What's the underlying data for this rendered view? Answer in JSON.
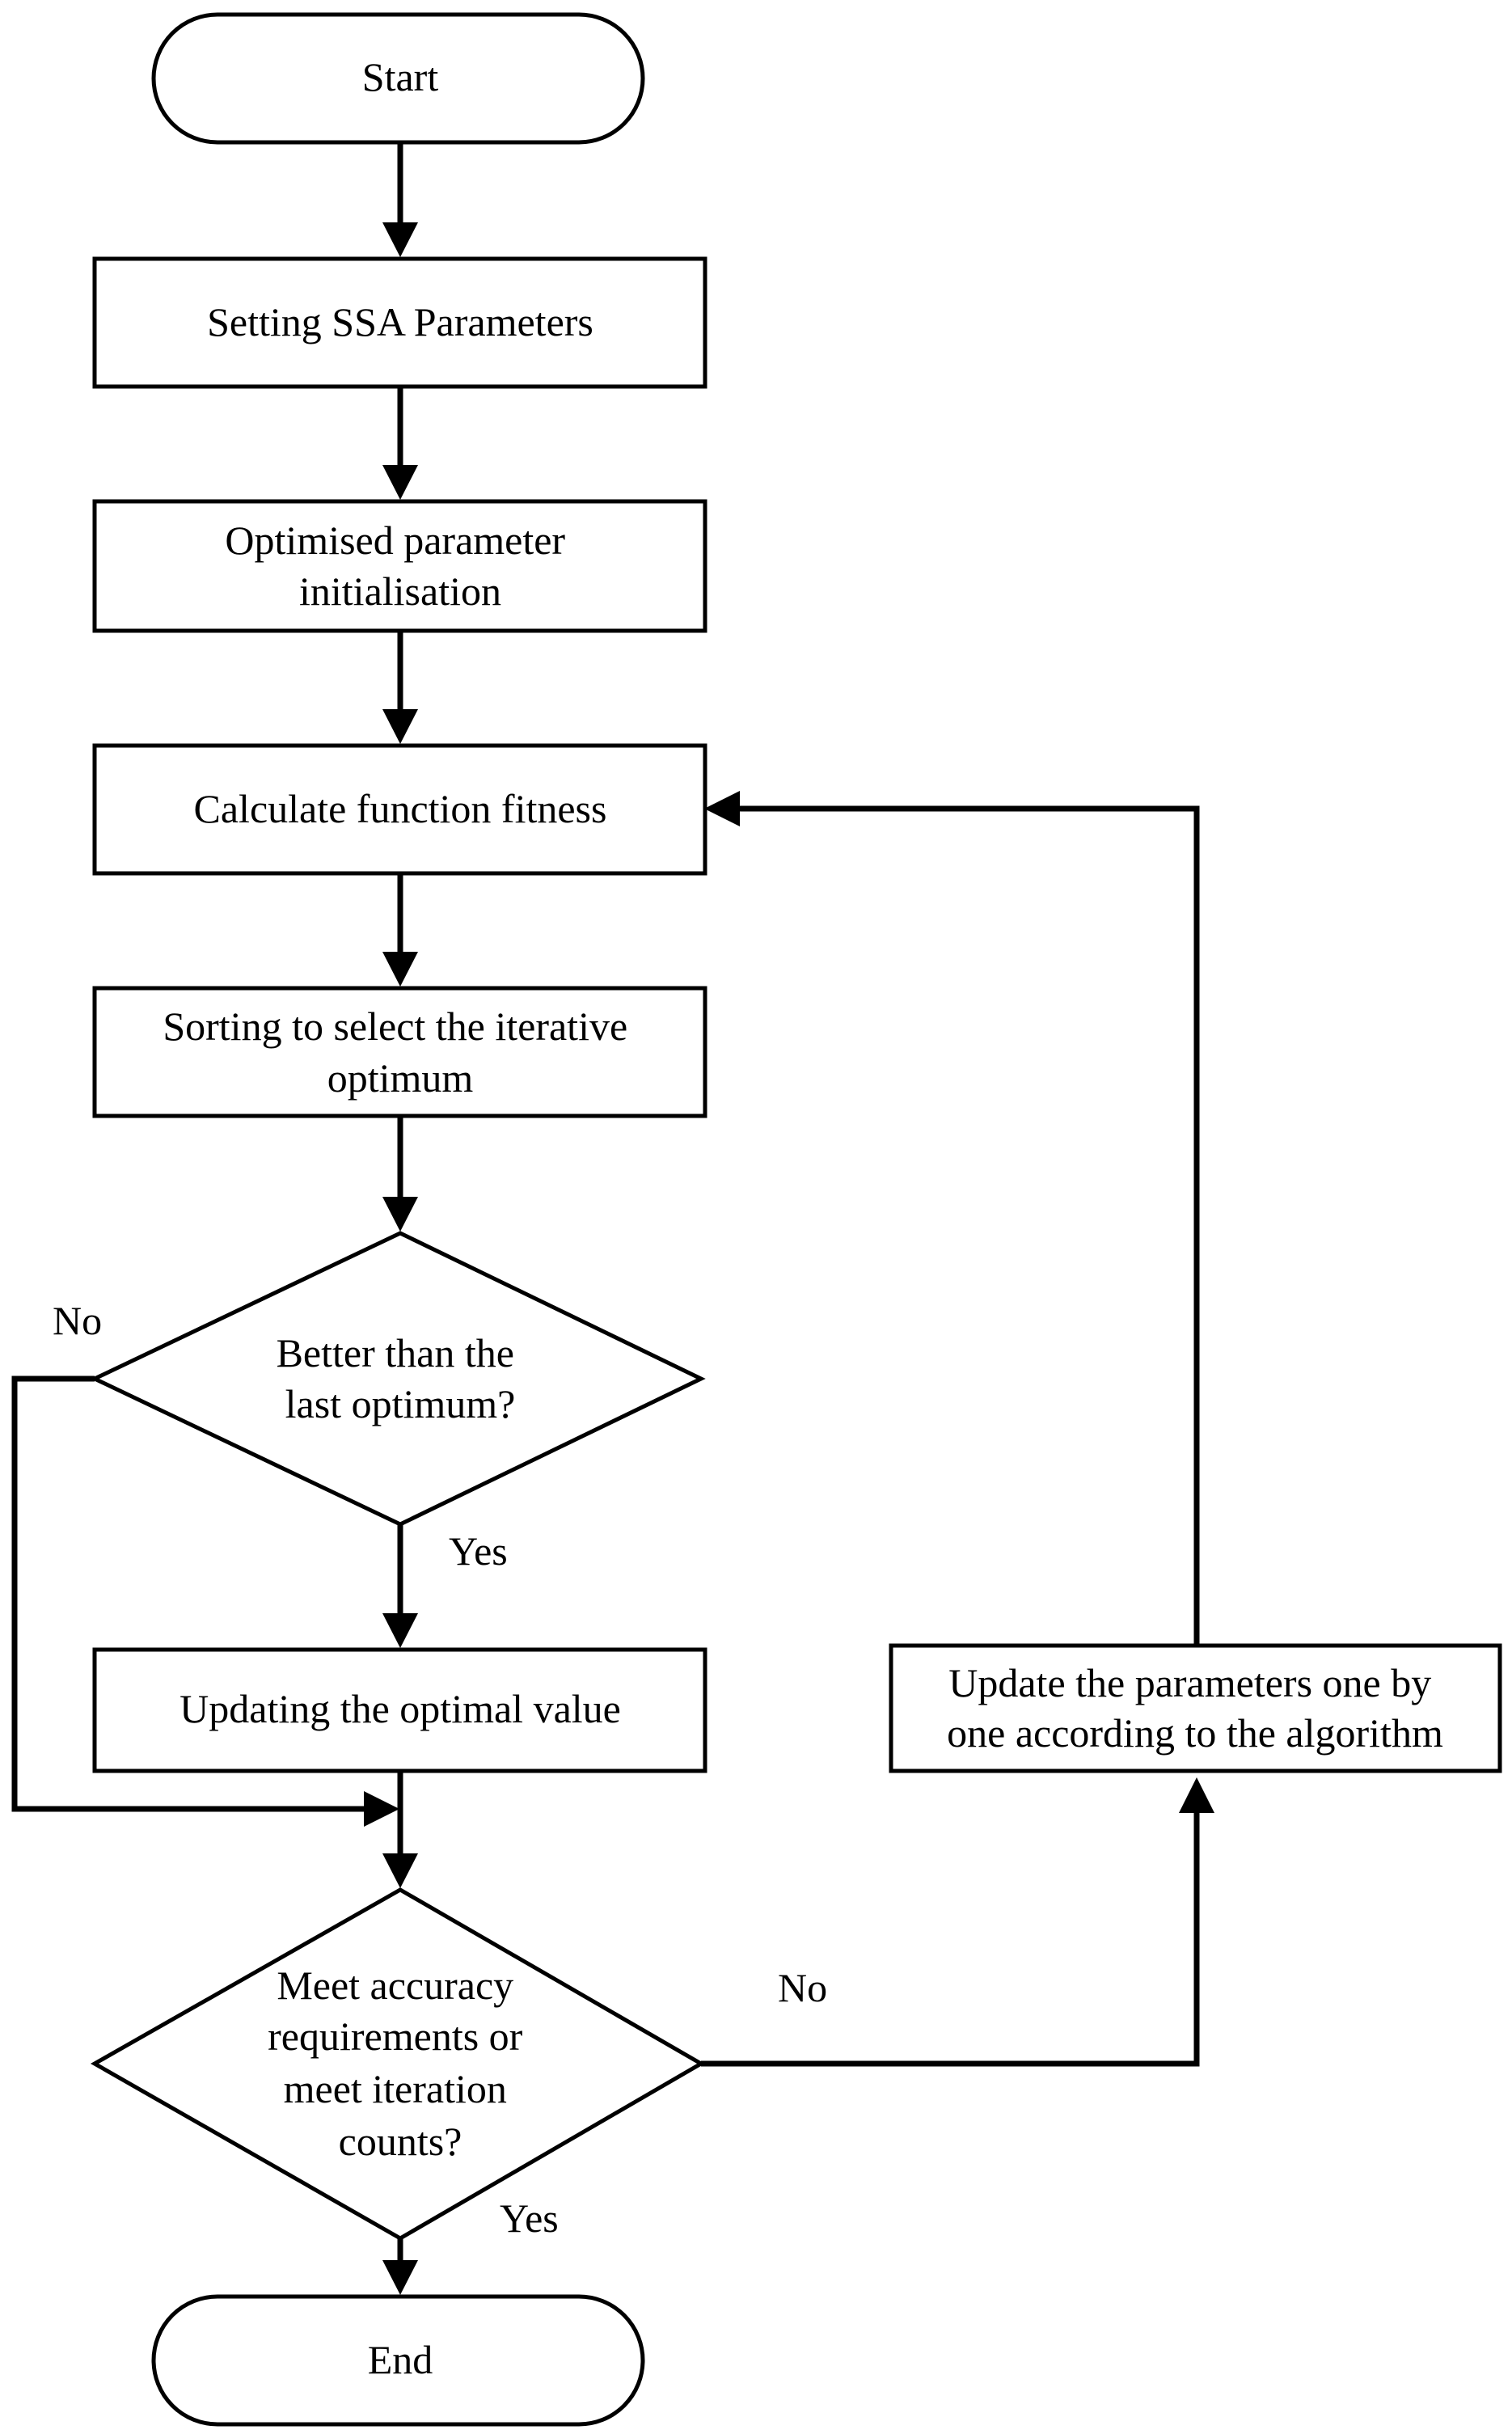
{
  "diagram": {
    "type": "flowchart",
    "nodes": {
      "start": {
        "shape": "terminal",
        "lines": [
          "Start"
        ]
      },
      "setting_ssa": {
        "shape": "process",
        "lines": [
          "Setting SSA Parameters"
        ]
      },
      "init_params": {
        "shape": "process",
        "lines": [
          "Optimised parameter",
          "initialisation"
        ]
      },
      "calc_fitness": {
        "shape": "process",
        "lines": [
          "Calculate function fitness"
        ]
      },
      "sorting": {
        "shape": "process",
        "lines": [
          "Sorting to select the iterative",
          "optimum"
        ]
      },
      "better_than_last": {
        "shape": "decision",
        "lines": [
          "Better than the",
          "last optimum?"
        ]
      },
      "update_optimal": {
        "shape": "process",
        "lines": [
          "Updating the optimal value"
        ]
      },
      "meet_accuracy": {
        "shape": "decision",
        "lines": [
          "Meet accuracy",
          "requirements or",
          "meet iteration",
          "counts?"
        ]
      },
      "update_params": {
        "shape": "process",
        "lines": [
          "Update the parameters one by",
          "one according to the algorithm"
        ]
      },
      "end": {
        "shape": "terminal",
        "lines": [
          "End"
        ]
      }
    },
    "edges": [
      {
        "from": "start",
        "to": "setting_ssa",
        "label": ""
      },
      {
        "from": "setting_ssa",
        "to": "init_params",
        "label": ""
      },
      {
        "from": "init_params",
        "to": "calc_fitness",
        "label": ""
      },
      {
        "from": "calc_fitness",
        "to": "sorting",
        "label": ""
      },
      {
        "from": "sorting",
        "to": "better_than_last",
        "label": ""
      },
      {
        "from": "better_than_last",
        "to": "update_optimal",
        "label": "Yes"
      },
      {
        "from": "better_than_last",
        "to": "meet_accuracy",
        "label": "No"
      },
      {
        "from": "update_optimal",
        "to": "meet_accuracy",
        "label": ""
      },
      {
        "from": "meet_accuracy",
        "to": "end",
        "label": "Yes"
      },
      {
        "from": "meet_accuracy",
        "to": "update_params",
        "label": "No"
      },
      {
        "from": "update_params",
        "to": "calc_fitness",
        "label": ""
      }
    ]
  }
}
